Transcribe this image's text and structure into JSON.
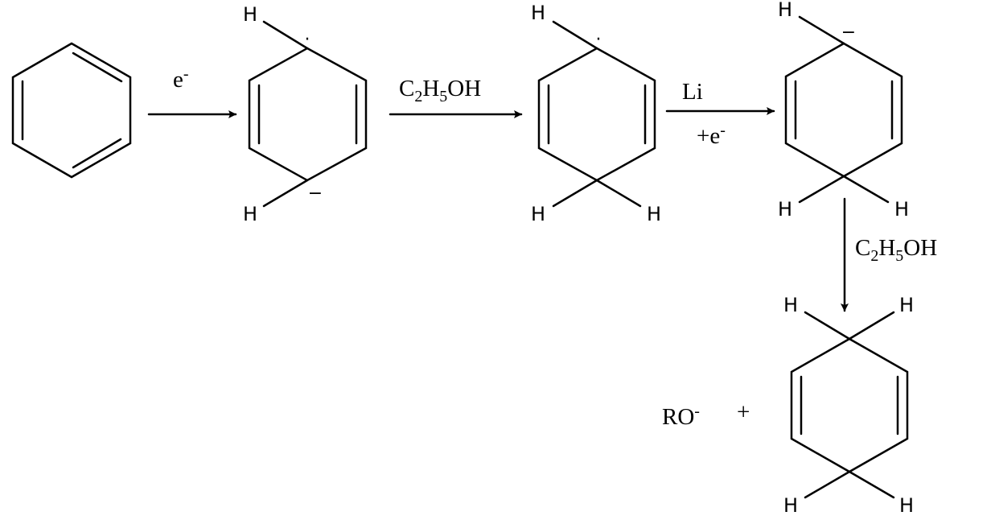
{
  "atom_label": "H",
  "radical_dot": "·",
  "minus": "−",
  "steps": [
    {
      "reagent_above": "e",
      "reagent_above_sup": "-"
    },
    {
      "reagent_above": {
        "parts": [
          "C",
          "2",
          "H",
          "5",
          "OH"
        ]
      }
    },
    {
      "reagent_above": "Li",
      "reagent_below": "+e",
      "reagent_below_sup": "-"
    },
    {
      "reagent_side": {
        "parts": [
          "C",
          "2",
          "H",
          "5",
          "OH"
        ]
      }
    }
  ],
  "byproduct": {
    "text": "RO",
    "sup": "-"
  },
  "plus": "+"
}
